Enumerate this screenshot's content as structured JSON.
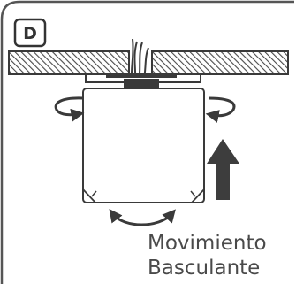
{
  "panel": {
    "badge_label": "D"
  },
  "caption": {
    "line1": "Movimiento",
    "line2": "Basculante"
  },
  "colors": {
    "stroke": "#3a3a3a",
    "frame": "#555555",
    "hatch": "#4a4a4a",
    "arrow_fill": "#3d3d3d",
    "caption_text": "#4a4a4a"
  },
  "icons": {
    "rotation_top": "rotate-arrow-icon",
    "tilt_bottom": "swing-arrow-icon",
    "lift": "up-arrow-icon"
  }
}
